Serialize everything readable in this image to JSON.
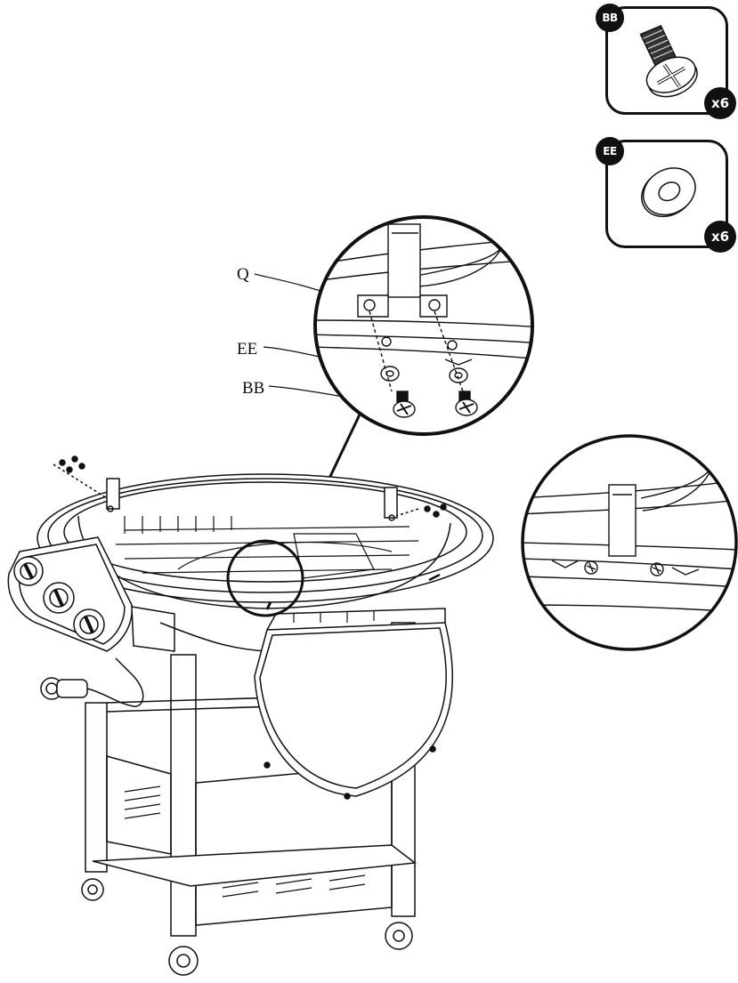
{
  "parts": [
    {
      "id": "BB",
      "tag": "BB",
      "qty": "x6",
      "icon": "carriage-bolt-icon"
    },
    {
      "id": "EE",
      "tag": "EE",
      "qty": "x6",
      "icon": "washer-icon"
    }
  ],
  "callouts": {
    "q": "Q",
    "ee": "EE",
    "bb": "BB"
  },
  "colors": {
    "ink": "#111111",
    "paper": "#ffffff",
    "shade": "#cfcfcf"
  }
}
